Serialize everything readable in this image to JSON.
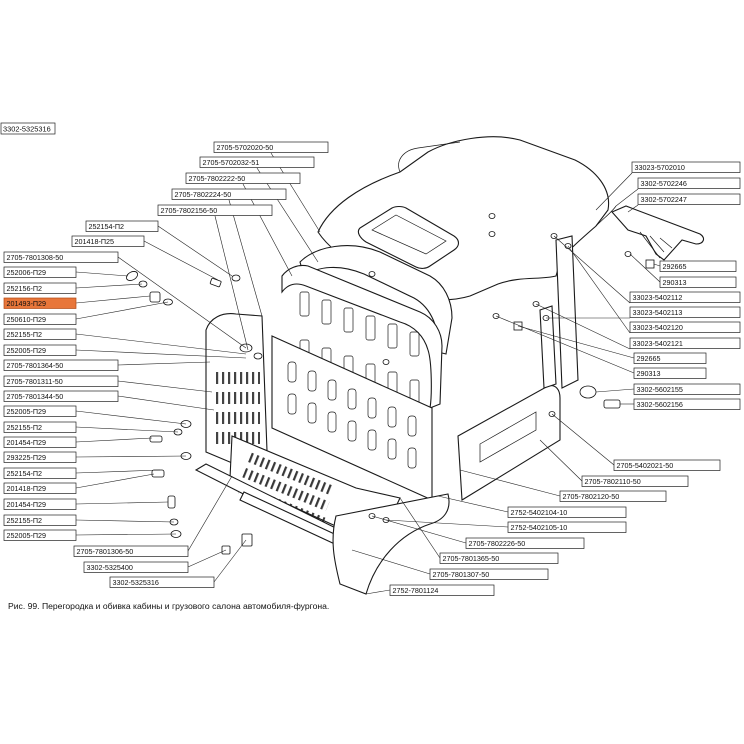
{
  "doc_ref": "3302-5325316",
  "caption": "Рис. 99. Перегородка и обивка кабины и грузового салона автомобиля-фургона.",
  "highlight_color": "#e8763a",
  "callouts": [
    {
      "id": "c01",
      "text": "2705-5702020-50",
      "highlight": false
    },
    {
      "id": "c02",
      "text": "2705-5702032-51",
      "highlight": false
    },
    {
      "id": "c03",
      "text": "2705-7802222-50",
      "highlight": false
    },
    {
      "id": "c04",
      "text": "2705-7802224-50",
      "highlight": false
    },
    {
      "id": "c05",
      "text": "2705-7802156-50",
      "highlight": false
    },
    {
      "id": "c06",
      "text": "252154-П2",
      "highlight": false
    },
    {
      "id": "c07",
      "text": "201418-П25",
      "highlight": false
    },
    {
      "id": "c08",
      "text": "2705-7801308-50",
      "highlight": false
    },
    {
      "id": "c09",
      "text": "252006-П29",
      "highlight": false
    },
    {
      "id": "c10",
      "text": "252156-П2",
      "highlight": false
    },
    {
      "id": "c11",
      "text": "201493-П29",
      "highlight": true
    },
    {
      "id": "c12",
      "text": "250610-П29",
      "highlight": false
    },
    {
      "id": "c13",
      "text": "252155-П2",
      "highlight": false
    },
    {
      "id": "c14",
      "text": "252005-П29",
      "highlight": false
    },
    {
      "id": "c15",
      "text": "2705-7801364-50",
      "highlight": false
    },
    {
      "id": "c16",
      "text": "2705-7801311-50",
      "highlight": false
    },
    {
      "id": "c17",
      "text": "2705-7801344-50",
      "highlight": false
    },
    {
      "id": "c18",
      "text": "252005-П29",
      "highlight": false
    },
    {
      "id": "c19",
      "text": "252155-П2",
      "highlight": false
    },
    {
      "id": "c20",
      "text": "201454-П29",
      "highlight": false
    },
    {
      "id": "c21",
      "text": "293225-П29",
      "highlight": false
    },
    {
      "id": "c22",
      "text": "252154-П2",
      "highlight": false
    },
    {
      "id": "c23",
      "text": "201418-П29",
      "highlight": false
    },
    {
      "id": "c24",
      "text": "201454-П29",
      "highlight": false
    },
    {
      "id": "c25",
      "text": "252155-П2",
      "highlight": false
    },
    {
      "id": "c26",
      "text": "252005-П29",
      "highlight": false
    },
    {
      "id": "c27",
      "text": "2705-7801306-50",
      "highlight": false
    },
    {
      "id": "c28",
      "text": "3302-5325400",
      "highlight": false
    },
    {
      "id": "c29",
      "text": "3302-5325316",
      "highlight": false
    },
    {
      "id": "c30",
      "text": "33023-5702010",
      "highlight": false
    },
    {
      "id": "c31",
      "text": "3302-5702246",
      "highlight": false
    },
    {
      "id": "c32",
      "text": "3302-5702247",
      "highlight": false
    },
    {
      "id": "c33",
      "text": "292665",
      "highlight": false
    },
    {
      "id": "c34",
      "text": "290313",
      "highlight": false
    },
    {
      "id": "c35",
      "text": "33023-5402112",
      "highlight": false
    },
    {
      "id": "c36",
      "text": "33023-5402113",
      "highlight": false
    },
    {
      "id": "c37",
      "text": "33023-5402120",
      "highlight": false
    },
    {
      "id": "c38",
      "text": "33023-5402121",
      "highlight": false
    },
    {
      "id": "c39",
      "text": "292665",
      "highlight": false
    },
    {
      "id": "c40",
      "text": "290313",
      "highlight": false
    },
    {
      "id": "c41",
      "text": "3302-5602155",
      "highlight": false
    },
    {
      "id": "c42",
      "text": "3302-5602156",
      "highlight": false
    },
    {
      "id": "c43",
      "text": "2705-5402021-50",
      "highlight": false
    },
    {
      "id": "c44",
      "text": "2705-7802110-50",
      "highlight": false
    },
    {
      "id": "c45",
      "text": "2705-7802120-50",
      "highlight": false
    },
    {
      "id": "c46",
      "text": "2752-5402104-10",
      "highlight": false
    },
    {
      "id": "c47",
      "text": "2752-5402105-10",
      "highlight": false
    },
    {
      "id": "c48",
      "text": "2705-7802226-50",
      "highlight": false
    },
    {
      "id": "c49",
      "text": "2705-7801365-50",
      "highlight": false
    },
    {
      "id": "c50",
      "text": "2705-7801307-50",
      "highlight": false
    },
    {
      "id": "c51",
      "text": "2752-7801124",
      "highlight": false
    }
  ]
}
